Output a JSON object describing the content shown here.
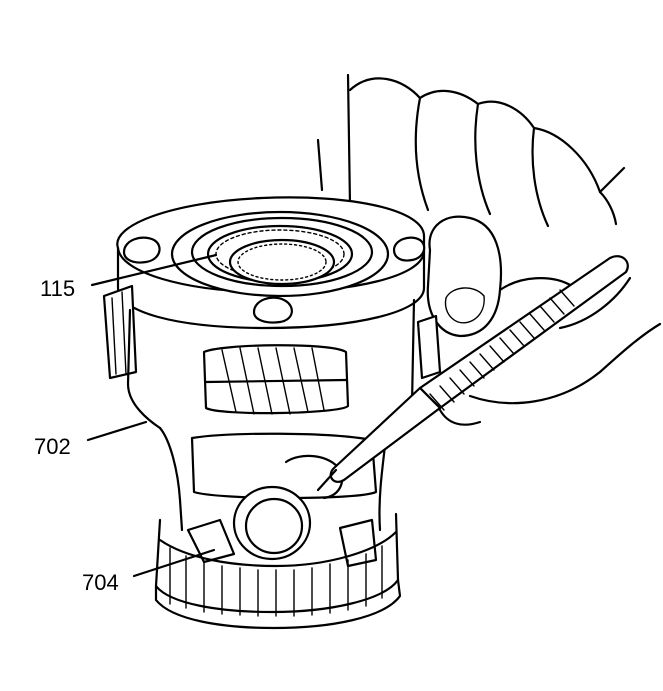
{
  "figure": {
    "background": "#ffffff",
    "line_color": "#000000",
    "callouts": [
      {
        "id": "115",
        "label": "115"
      },
      {
        "id": "702",
        "label": "702"
      },
      {
        "id": "704",
        "label": "704"
      }
    ]
  }
}
